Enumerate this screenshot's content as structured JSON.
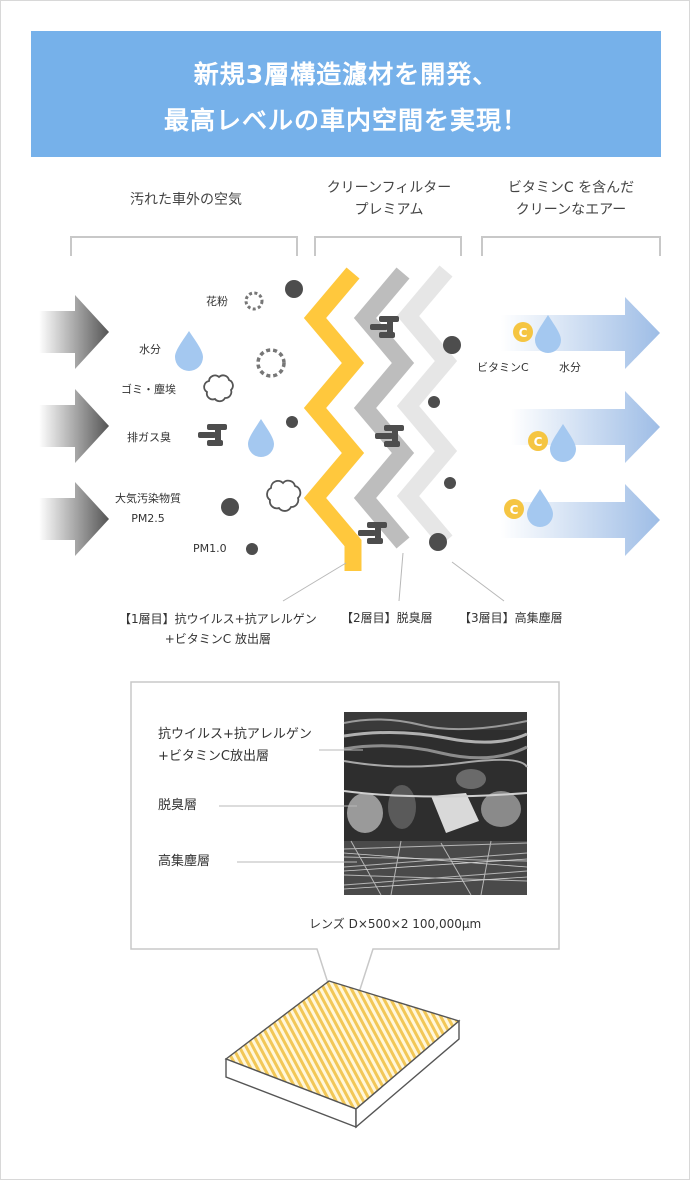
{
  "banner": {
    "line1": "新規3層構造濾材を開発、",
    "line2": "最高レベルの車内空間を実現！",
    "color": "#76b1ea"
  },
  "headers": {
    "outside_air": "汚れた車外の空気",
    "filter_line1": "クリーンフィルター",
    "filter_line2": "プレミアム",
    "clean_line1": "ビタミンC を含んだ",
    "clean_line2": "クリーンなエアー"
  },
  "pollutants": {
    "pollen": "花粉",
    "moisture": "水分",
    "dust": "ゴミ・塵埃",
    "exhaust": "排ガス臭",
    "pollutant_line1": "大気汚染物質",
    "pollutant_line2": "PM2.5",
    "pm1": "PM1.0"
  },
  "output_labels": {
    "vitamin": "ビタミンC",
    "moisture": "水分",
    "vitamin_glyph": "C"
  },
  "layers": {
    "layer1_line1": "【1層目】抗ウイルス+抗アレルゲン",
    "layer1_line2": "+ビタミンC 放出層",
    "layer2": "【2層目】脱臭層",
    "layer3": "【3層目】高集塵層",
    "colors": [
      "#ffc83d",
      "#bdbdbd",
      "#e6e6e6"
    ]
  },
  "inset": {
    "layer1_line1": "抗ウイルス+抗アレルゲン",
    "layer1_line2": "+ビタミンC放出層",
    "layer2": "脱臭層",
    "layer3": "高集塵層",
    "caption": "レンズ D×500×2 100,000μm"
  },
  "icons": [
    "arrow-icon",
    "pollen-icon",
    "water-drop-icon",
    "dust-icon",
    "odor-icon",
    "particle-icon",
    "vitamin-c-icon",
    "filter-icon"
  ]
}
